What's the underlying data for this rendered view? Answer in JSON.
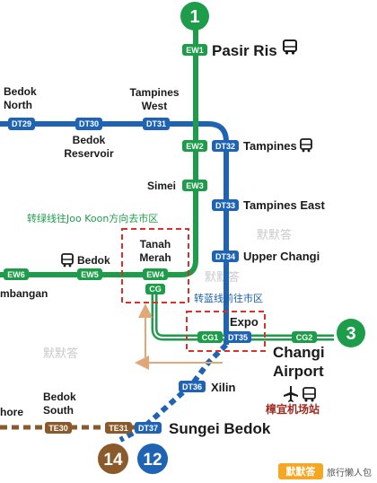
{
  "lines": {
    "ew": {
      "number": "1",
      "color": "#1d9c4a"
    },
    "dt": {
      "number": "12",
      "color": "#1f63b4"
    },
    "te": {
      "number": "14",
      "color": "#8a5a2b"
    },
    "cg": {
      "number": "3",
      "color": "#1d9c4a"
    }
  },
  "stations": {
    "pasir_ris": {
      "code": "EW1",
      "name": "Pasir Ris"
    },
    "bedok_north": {
      "code": "DT29",
      "name_line1": "Bedok",
      "name_line2": "North"
    },
    "bedok_reservoir": {
      "code": "DT30",
      "name_line1": "Bedok",
      "name_line2": "Reservoir"
    },
    "tampines_west": {
      "code": "DT31",
      "name_line1": "Tampines",
      "name_line2": "West"
    },
    "tampines": {
      "code_ew": "EW2",
      "code_dt": "DT32",
      "name": "Tampines"
    },
    "simei": {
      "code": "EW3",
      "name": "Simei"
    },
    "tampines_east": {
      "code": "DT33",
      "name": "Tampines East"
    },
    "upper_changi": {
      "code": "DT34",
      "name": "Upper Changi"
    },
    "bedok": {
      "code": "EW5",
      "name": "Bedok"
    },
    "kembangan": {
      "code": "EW6",
      "name": "mbangan"
    },
    "tanah_merah": {
      "code_ew": "EW4",
      "code_cg": "CG",
      "name_line1": "Tanah",
      "name_line2": "Merah"
    },
    "expo": {
      "code_cg": "CG1",
      "code_dt": "DT35",
      "name": "Expo"
    },
    "changi_airport": {
      "code": "CG2",
      "name_line1": "Changi",
      "name_line2": "Airport"
    },
    "xilin": {
      "code": "DT36",
      "name": "Xilin"
    },
    "sungei_bedok": {
      "code_te": "TE31",
      "code_dt": "DT37",
      "name": "Sungei Bedok"
    },
    "bedok_south": {
      "code": "TE30",
      "name_line1": "Bedok",
      "name_line2": "South"
    },
    "bayshore": {
      "name": "hore"
    }
  },
  "annotations": {
    "transfer_green": "转绿线往Joo Koon方向去市区",
    "transfer_blue": "转蓝线前往市区",
    "airport_cn": "樟宜机场站",
    "watermark": "默默答"
  },
  "footer": {
    "logo_text": "默默答",
    "tagline": "旅行懒人包"
  },
  "icons": [
    "bus-icon",
    "airplane-icon",
    "bus-icon"
  ]
}
